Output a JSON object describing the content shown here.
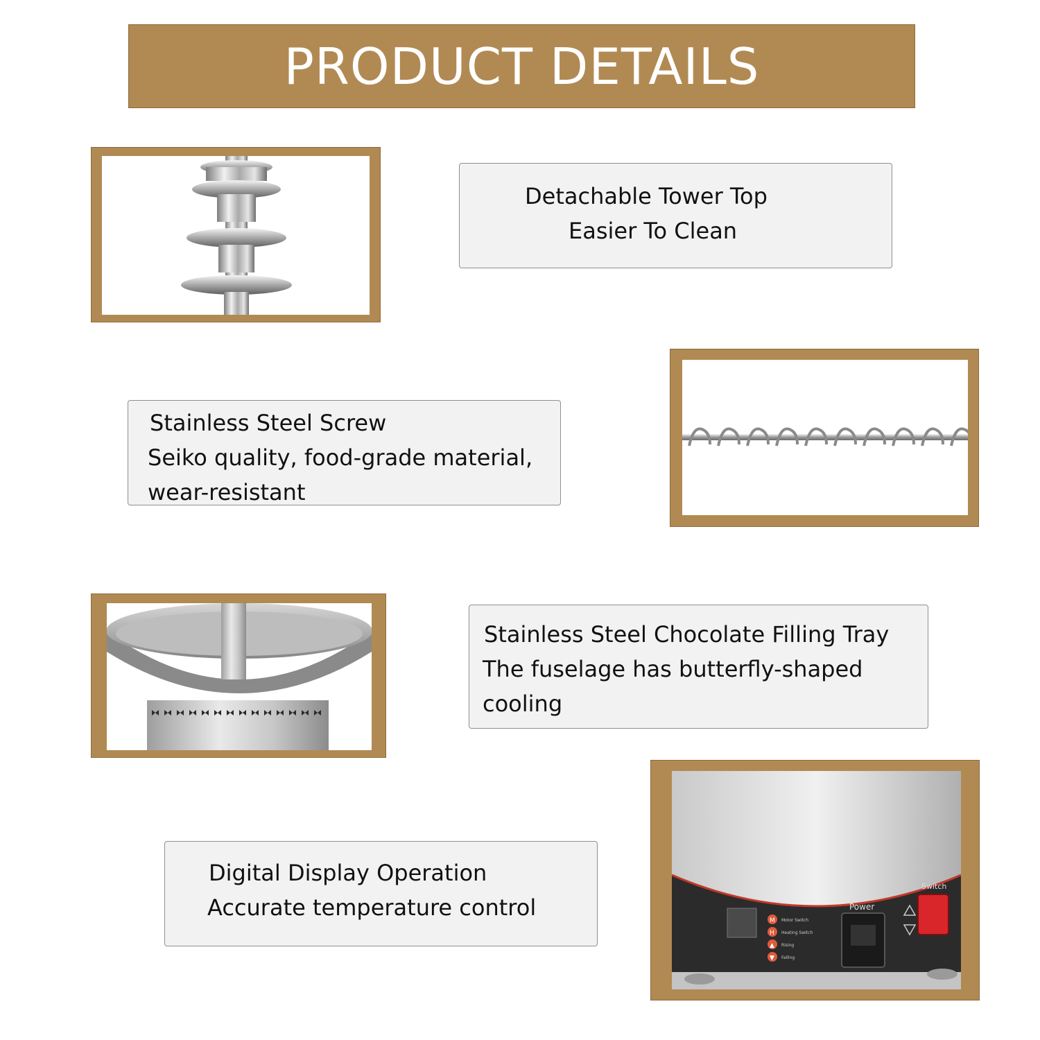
{
  "header": {
    "title": "PRODUCT DETAILS"
  },
  "features": [
    {
      "lines": [
        "Detachable Tower Top",
        "Easier To Clean"
      ]
    },
    {
      "lines": [
        "Stainless Steel Screw",
        "Seiko quality, food-grade material,",
        "wear-resistant"
      ]
    },
    {
      "lines": [
        "Stainless Steel Chocolate Filling Tray",
        "The fuselage has butterfly-shaped",
        "cooling"
      ]
    },
    {
      "lines": [
        "Digital Display Operation",
        "Accurate temperature control"
      ]
    }
  ],
  "control_panel": {
    "power_label": "Power",
    "switch_label": "Switch",
    "keys": [
      "M",
      "H",
      "▲",
      "▼"
    ],
    "key_labels": [
      "Motor Switch",
      "Heating Switch",
      "Rising",
      "Falling"
    ]
  },
  "colors": {
    "accent": "#b18a53",
    "card_bg": "#f2f2f2",
    "switch_red": "#d8262a"
  }
}
